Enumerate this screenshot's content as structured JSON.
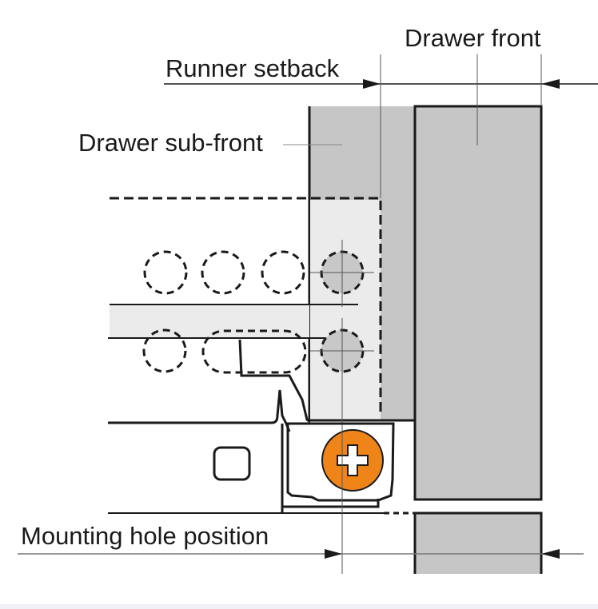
{
  "labels": {
    "drawer_front": "Drawer front",
    "runner_setback": "Runner setback",
    "drawer_sub_front": "Drawer sub-front",
    "mounting_hole_position": "Mounting hole position"
  },
  "colors": {
    "line": "#1a1a1a",
    "thin_line": "#555555",
    "panel_gray": "#c6c6c6",
    "light_fill": "#ebebeb",
    "hole_fill": "#c8c8c8",
    "screw_orange": "#ef8419",
    "background": "#ffffff"
  },
  "components": [
    {
      "id": "drawer-front",
      "type": "panel"
    },
    {
      "id": "drawer-sub-front",
      "type": "panel"
    },
    {
      "id": "runner",
      "type": "rail"
    },
    {
      "id": "mounting-screw",
      "type": "screw",
      "head": "phillips"
    },
    {
      "id": "mounting-holes",
      "type": "hole-pattern",
      "count_active": 2,
      "count_dashed": 5
    }
  ]
}
